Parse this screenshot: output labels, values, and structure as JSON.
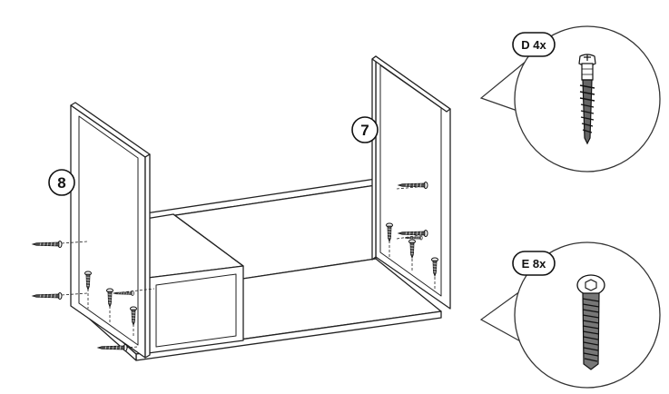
{
  "parts": {
    "side_left": {
      "number": "8"
    },
    "side_right": {
      "number": "7"
    }
  },
  "callouts": {
    "cam_screw": {
      "label": "D 4x"
    },
    "bolt": {
      "label": "E 8x"
    }
  },
  "colors": {
    "line": "#222222",
    "leader": "#333333"
  }
}
